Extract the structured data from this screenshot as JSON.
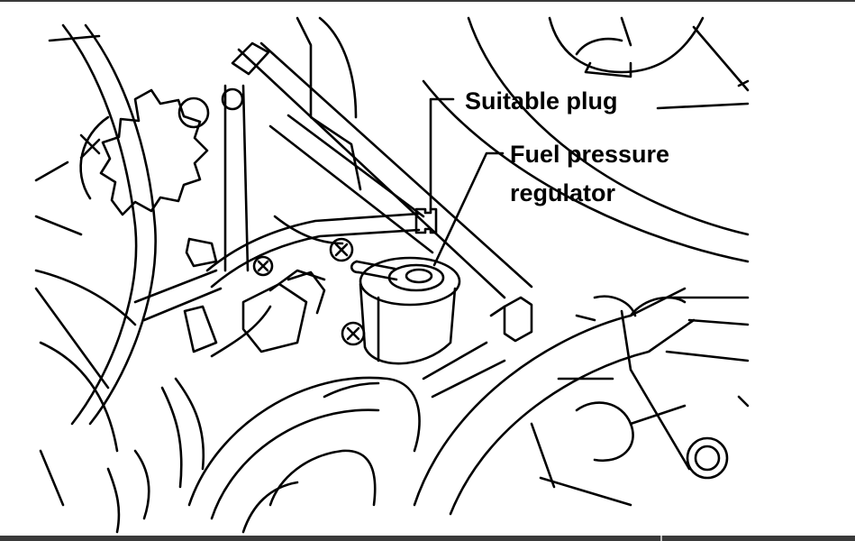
{
  "figure": {
    "callouts": [
      {
        "id": "plug",
        "lines": [
          "Suitable plug"
        ]
      },
      {
        "id": "regulator",
        "lines": [
          "Fuel pressure",
          "regulator"
        ]
      }
    ]
  }
}
